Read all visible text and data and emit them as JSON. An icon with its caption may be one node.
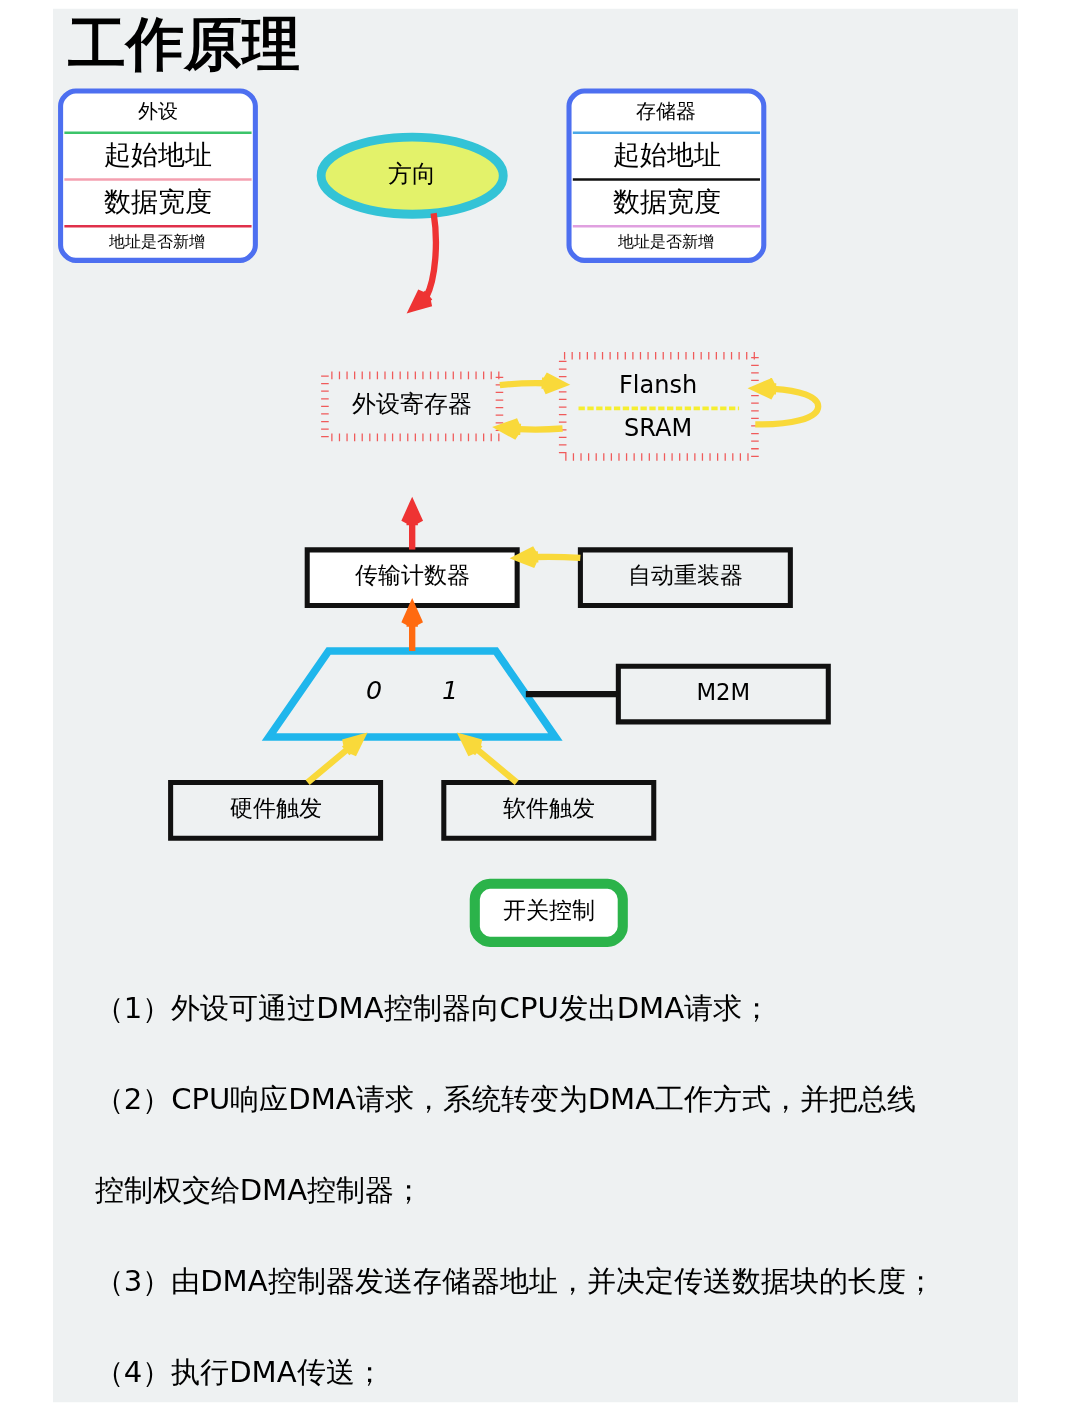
{
  "diagram": {
    "title": "工作原理",
    "nodes": [
      {
        "text": [
          "外设",
          "起始地址",
          "数据宽度",
          "地址是否新增"
        ]
      },
      {
        "text": [
          "方向"
        ]
      },
      {
        "text": [
          "存储器",
          "起始地址",
          "数据宽度",
          "地址是否新增"
        ]
      },
      {
        "text": [
          "外设寄存器"
        ]
      },
      {
        "text": [
          "Flansh",
          "SRAM"
        ]
      },
      {
        "text": [
          "传输计数器"
        ]
      },
      {
        "text": [
          "自动重装器"
        ]
      },
      {
        "text": [
          "0",
          "1"
        ]
      },
      {
        "text": [
          "M2M"
        ]
      },
      {
        "text": [
          "硬件触发"
        ]
      },
      {
        "text": [
          "软件触发"
        ]
      },
      {
        "text": [
          "开关控制"
        ]
      }
    ],
    "edges": [
      {
        "from": 1,
        "to": null,
        "arrow": "to",
        "color": "#ee3333"
      },
      {
        "from": 3,
        "to": 4,
        "arrow": "to"
      },
      {
        "from": 4,
        "to": 3,
        "arrow": "to"
      },
      {
        "from": 4,
        "to": 4,
        "arrow": "to"
      },
      {
        "from": 5,
        "to": null,
        "arrow": "to",
        "color": "#ee3333"
      },
      {
        "from": 6,
        "to": 5,
        "arrow": "to"
      },
      {
        "from": 7,
        "to": 5,
        "arrow": "to",
        "color": "#ff6a10"
      },
      {
        "from": 7,
        "to": 8,
        "arrow": "none",
        "color": "#111111"
      },
      {
        "from": 9,
        "to": 7,
        "arrow": "to"
      },
      {
        "from": 10,
        "to": 7,
        "arrow": "to"
      }
    ],
    "labels": [
      "（1）外设可通过DMA控制器向CPU发出DMA请求；",
      "（2）CPU响应DMA请求，系统转变为DMA工作方式，并把总线",
      "控制权交给DMA控制器；",
      "（3）由DMA控制器发送存储器地址，并决定传送数据块的长度；",
      "（4）执行DMA传送；"
    ]
  }
}
